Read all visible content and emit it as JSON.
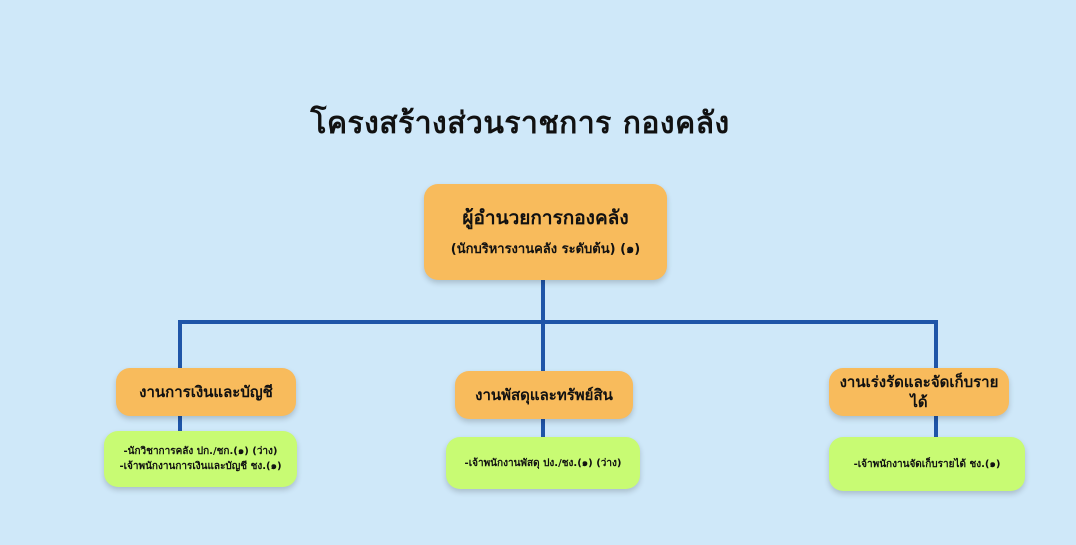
{
  "title": "โครงสร้างส่วนราชการ  กองคลัง",
  "head": {
    "title": "ผู้อำนวยการกองคลัง",
    "subtitle": "(นักบริหารงานคลัง ระดับต้น) (๑)"
  },
  "sections": [
    {
      "title": "งานการเงินและบัญชี",
      "staff": [
        "-นักวิชาการคลัง ปก./ชก.(๑) (ว่าง)",
        "-เจ้าพนักงานการเงินและบัญชี ชง.(๑)"
      ]
    },
    {
      "title": "งานพัสดุและทรัพย์สิน",
      "staff": [
        "-เจ้าพนักงานพัสดุ ปง./ชง.(๑) (ว่าง)"
      ]
    },
    {
      "title": "งานเร่งรัดและจัดเก็บรายได้",
      "staff": [
        "-เจ้าพนักงานจัดเก็บรายได้  ชง.(๑)"
      ]
    }
  ],
  "colors": {
    "background": "#cfe8f9",
    "orange_box": "#f8bb5c",
    "green_box": "#c8fb73",
    "connector": "#1f55a8"
  }
}
